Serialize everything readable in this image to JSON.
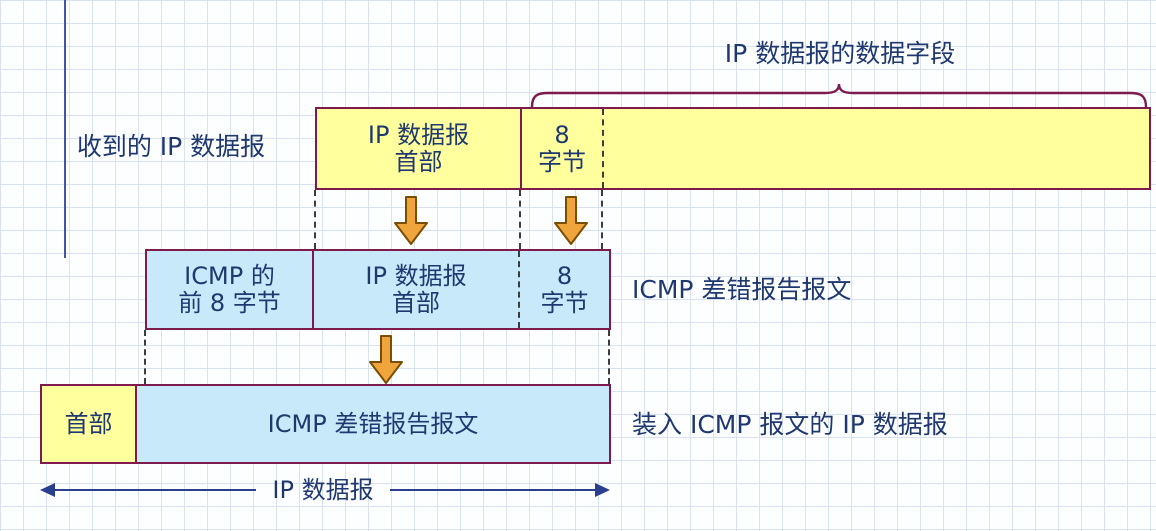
{
  "captions": {
    "data_field": "IP 数据报的数据字段",
    "received": "收到的 IP 数据报",
    "icmp_report": "ICMP 差错报告报文",
    "ip_with_icmp": "装入 ICMP 报文的 IP 数据报",
    "measure": "IP 数据报"
  },
  "row1": {
    "header_l1": "IP 数据报",
    "header_l2": "首部",
    "bytes_l1": "8",
    "bytes_l2": "字节"
  },
  "row2": {
    "icmp8_l1": "ICMP 的",
    "icmp8_l2": "前 8 字节",
    "header_l1": "IP 数据报",
    "header_l2": "首部",
    "bytes_l1": "8",
    "bytes_l2": "字节"
  },
  "row3": {
    "header": "首部",
    "body": "ICMP 差错报告报文"
  },
  "colors": {
    "bar_yellow": "#FFFF9E",
    "bar_blue": "#C8E9FA",
    "border": "#7D1A4E",
    "text": "#1F3870",
    "arrow_fill": "#EFA53C",
    "arrow_outline": "#7A4E00",
    "grid_line": "#D9E3EF"
  },
  "icons": {
    "down_arrow": "block-down-arrow",
    "brace": "horizontal-curly-brace",
    "measure_arrow": "double-headed-arrow"
  }
}
